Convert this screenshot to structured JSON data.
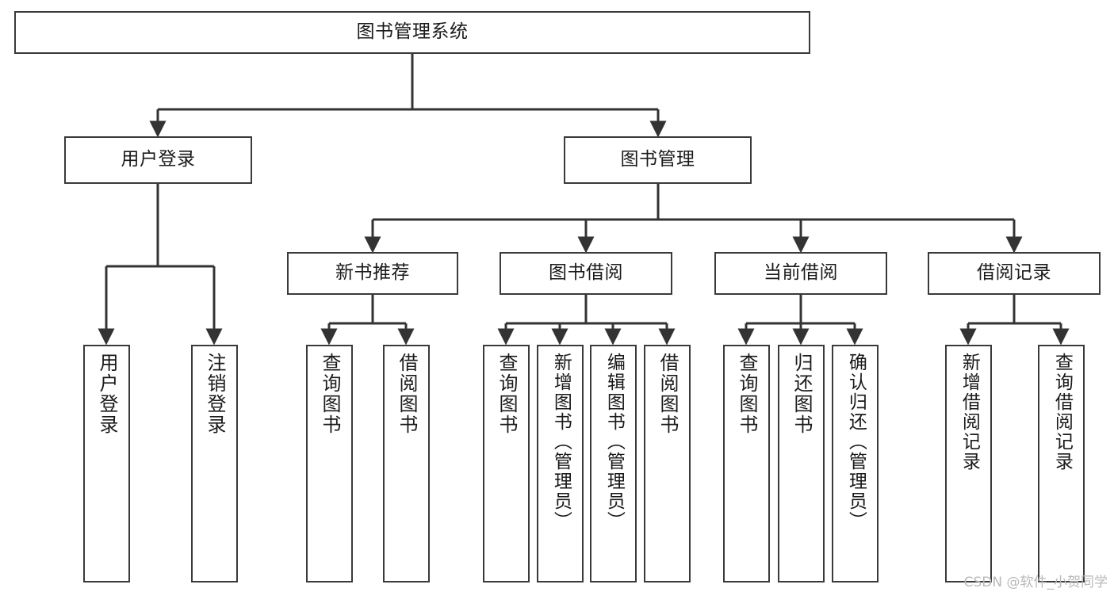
{
  "diagram": {
    "title": "图书管理系统",
    "type": "tree-hierarchy-chart",
    "watermark": "CSDN @软件_小贺同学",
    "colors": {
      "box_border": "#3a3a3a",
      "connector": "#333333",
      "background": "#ffffff",
      "text": "#1a1a1a",
      "watermark": "#b9b9b9"
    },
    "levels": {
      "level1": [
        {
          "id": "root",
          "label": "图书管理系统"
        }
      ],
      "level2": [
        {
          "id": "user-login",
          "label": "用户登录"
        },
        {
          "id": "book-management",
          "label": "图书管理"
        }
      ],
      "level3": [
        {
          "id": "new-book-recommend",
          "label": "新书推荐"
        },
        {
          "id": "book-borrow",
          "label": "图书借阅"
        },
        {
          "id": "current-borrow",
          "label": "当前借阅"
        },
        {
          "id": "borrow-record",
          "label": "借阅记录"
        }
      ],
      "level4": {
        "user_login_children": [
          {
            "id": "leaf-user-login",
            "label": "用户登录"
          },
          {
            "id": "leaf-logout",
            "label": "注销登录"
          }
        ],
        "new_book_recommend_children": [
          {
            "id": "leaf-query-book-1",
            "label": "查询图书"
          },
          {
            "id": "leaf-borrow-book-1",
            "label": "借阅图书"
          }
        ],
        "book_borrow_children": [
          {
            "id": "leaf-query-book-2",
            "label": "查询图书"
          },
          {
            "id": "leaf-add-book",
            "label": "新增图书（管理员）"
          },
          {
            "id": "leaf-edit-book",
            "label": "编辑图书（管理员）"
          },
          {
            "id": "leaf-borrow-book-2",
            "label": "借阅图书"
          }
        ],
        "current_borrow_children": [
          {
            "id": "leaf-query-book-3",
            "label": "查询图书"
          },
          {
            "id": "leaf-return-book",
            "label": "归还图书"
          },
          {
            "id": "leaf-confirm-return",
            "label": "确认归还（管理员）"
          }
        ],
        "borrow_record_children": [
          {
            "id": "leaf-add-record",
            "label": "新增借阅记录"
          },
          {
            "id": "leaf-query-record",
            "label": "查询借阅记录"
          }
        ]
      }
    }
  }
}
